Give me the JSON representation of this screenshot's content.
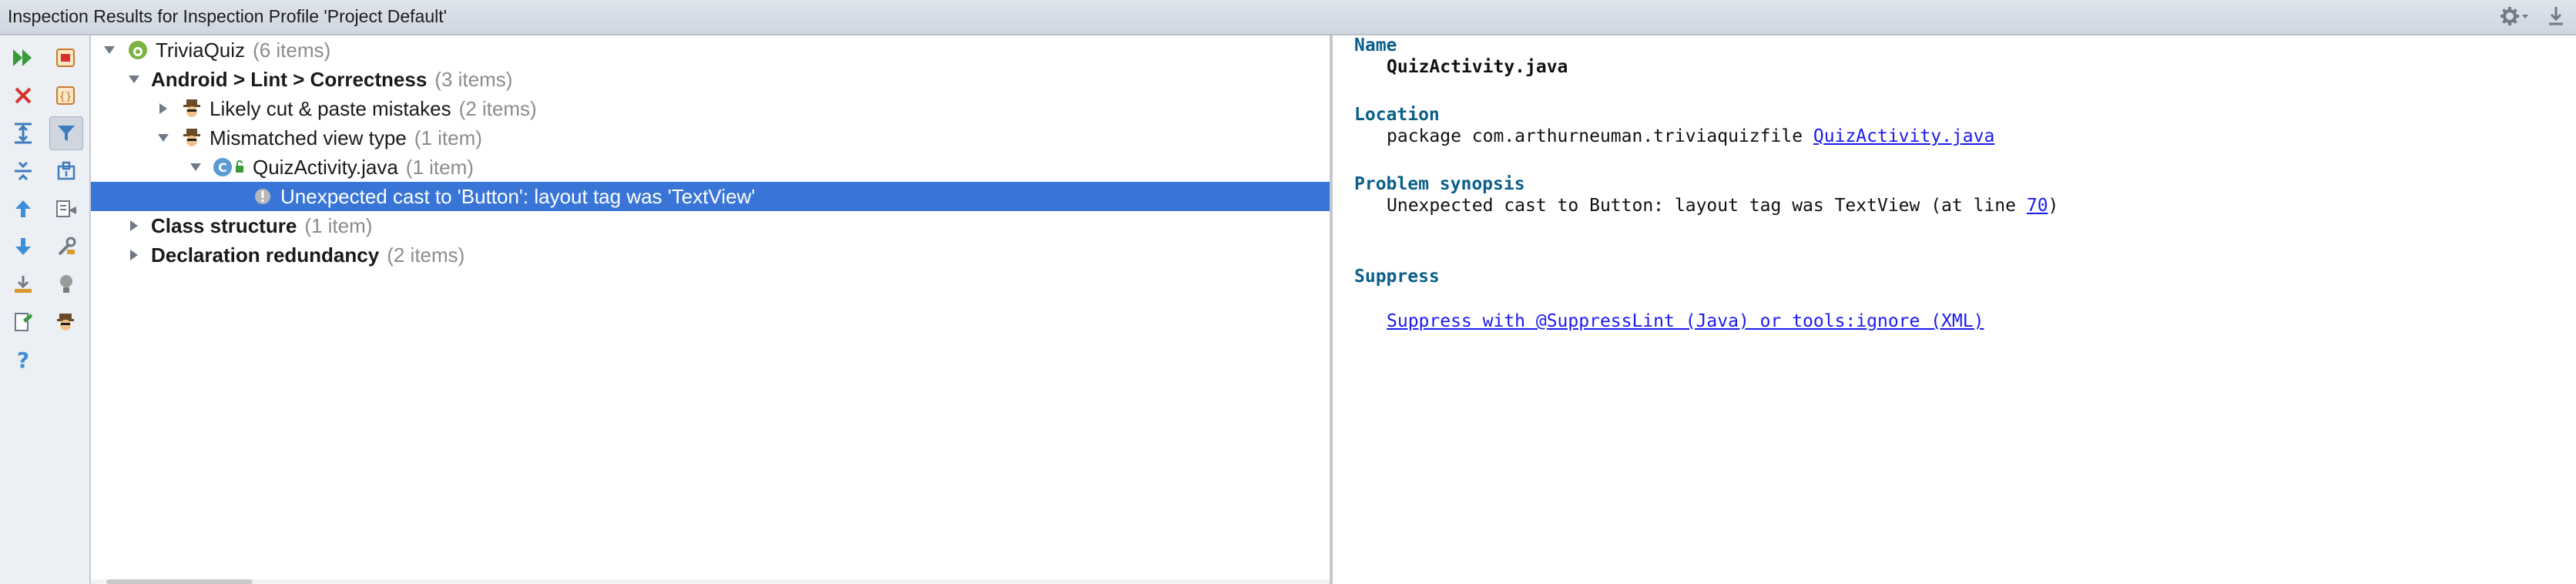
{
  "window": {
    "title": "Inspection Results for Inspection Profile 'Project Default'"
  },
  "header_icons": [
    "gear-icon",
    "download-icon"
  ],
  "toolbar": {
    "left": [
      "rerun-icon",
      "close-icon",
      "expand-all-icon",
      "collapse-all-icon",
      "previous-icon",
      "next-icon",
      "export-icon",
      "edit-settings-icon"
    ],
    "right": [
      "group-by-severity-icon",
      "group-by-directory-icon",
      "filter-icon",
      "module-icon",
      "autoscroll-icon",
      "settings-wrench-icon",
      "lightbulb-icon",
      "inspection-agent-icon"
    ],
    "help": "help-icon"
  },
  "tree": [
    {
      "label": "TriviaQuiz",
      "count": "(6 items)",
      "bold": false,
      "expanded": true
    },
    {
      "label": "Android > Lint > Correctness",
      "count": "(3 items)",
      "bold": true,
      "expanded": true
    },
    {
      "label": "Likely cut & paste mistakes",
      "count": "(2 items)",
      "bold": false,
      "expanded": false
    },
    {
      "label": "Mismatched view type",
      "count": "(1 item)",
      "bold": false,
      "expanded": true
    },
    {
      "label": "QuizActivity.java",
      "count": "(1 item)",
      "bold": false,
      "expanded": true
    },
    {
      "label": "Unexpected cast to 'Button': layout tag was 'TextView'",
      "count": "",
      "bold": false,
      "selected": true
    },
    {
      "label": "Class structure",
      "count": "(1 item)",
      "bold": true,
      "expanded": false
    },
    {
      "label": "Declaration redundancy",
      "count": "(2 items)",
      "bold": true,
      "expanded": false
    }
  ],
  "details": {
    "name_header": "Name",
    "name_value": "QuizActivity.java",
    "location_header": "Location",
    "location_prefix": "package com.arthurneuman.triviaquizfile",
    "location_link": "QuizActivity.java",
    "synopsis_header": "Problem synopsis",
    "synopsis_text": "Unexpected cast to Button: layout tag was TextView (at line",
    "synopsis_line": "70",
    "synopsis_close": ")",
    "suppress_header": "Suppress",
    "suppress_link": "Suppress with @SuppressLint (Java) or tools:ignore (XML)"
  },
  "colors": {
    "selection": "#3875d7",
    "header_text": "#0b5f8a",
    "link": "#1a1aee",
    "count_text": "#8c8c8c"
  }
}
